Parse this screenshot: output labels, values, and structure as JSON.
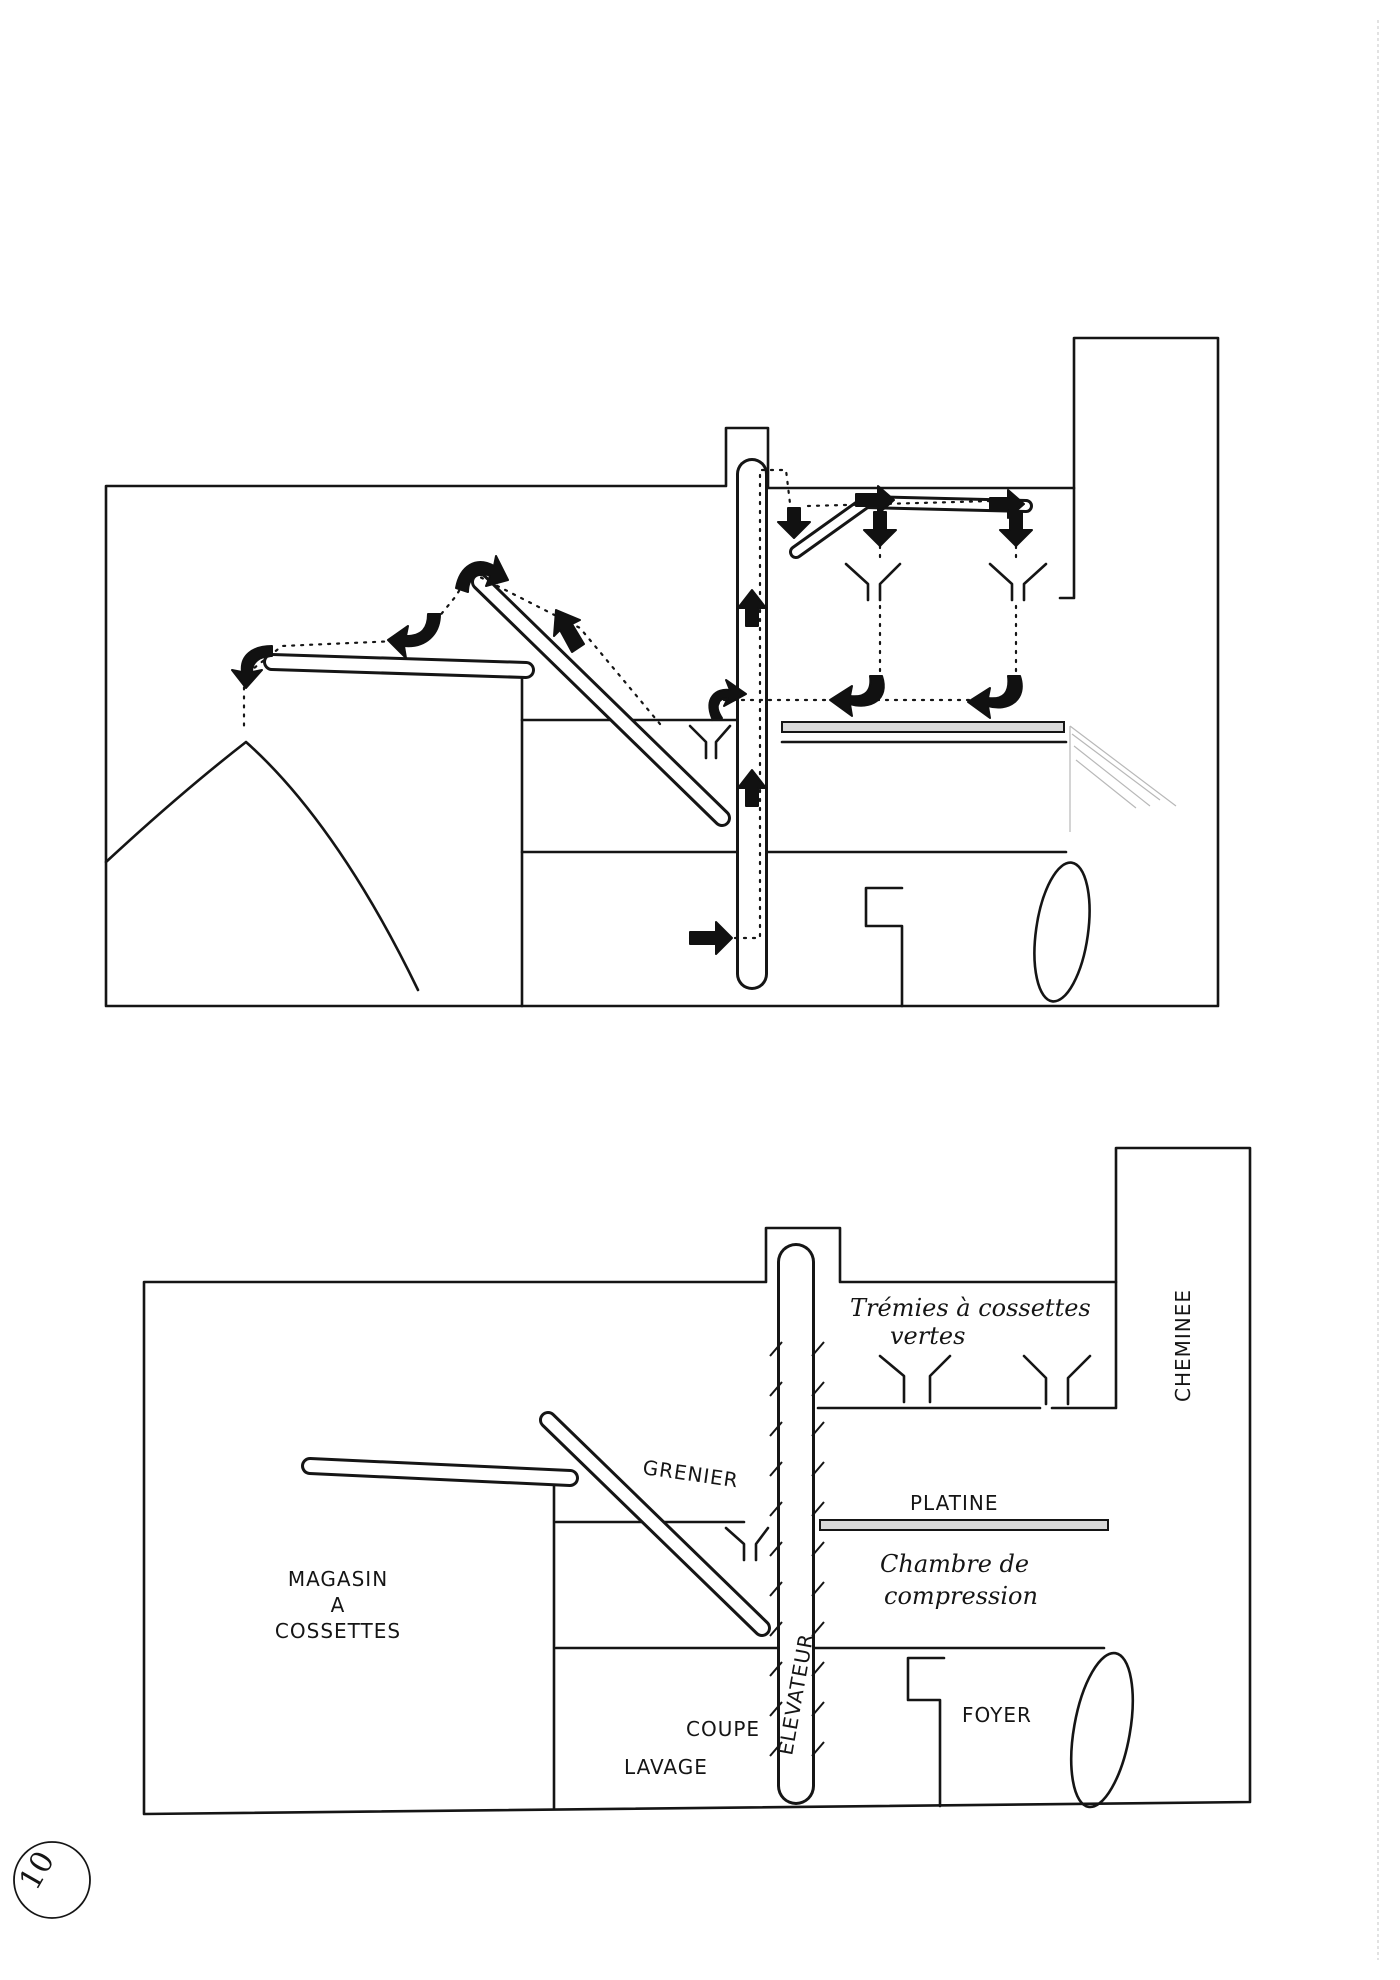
{
  "page_number": "10",
  "labels": {
    "magasin_line1": "MAGASIN",
    "magasin_line2": "A",
    "magasin_line3": "COSSETTES",
    "grenier": "GRENIER",
    "elevateur": "ELEVATEUR",
    "tremies_line1": "Trémies à cossettes",
    "tremies_line2": "vertes",
    "cheminee": "CHEMINEE",
    "platine": "PLATINE",
    "chambre_line1": "Chambre de",
    "chambre_line2": "compression",
    "foyer": "FOYER",
    "coupe": "COUPE",
    "lavage": "LAVAGE"
  },
  "colors": {
    "ink": "#151515",
    "platine_fill": "#d9d9d9",
    "pencil": "#b8b8b8"
  }
}
